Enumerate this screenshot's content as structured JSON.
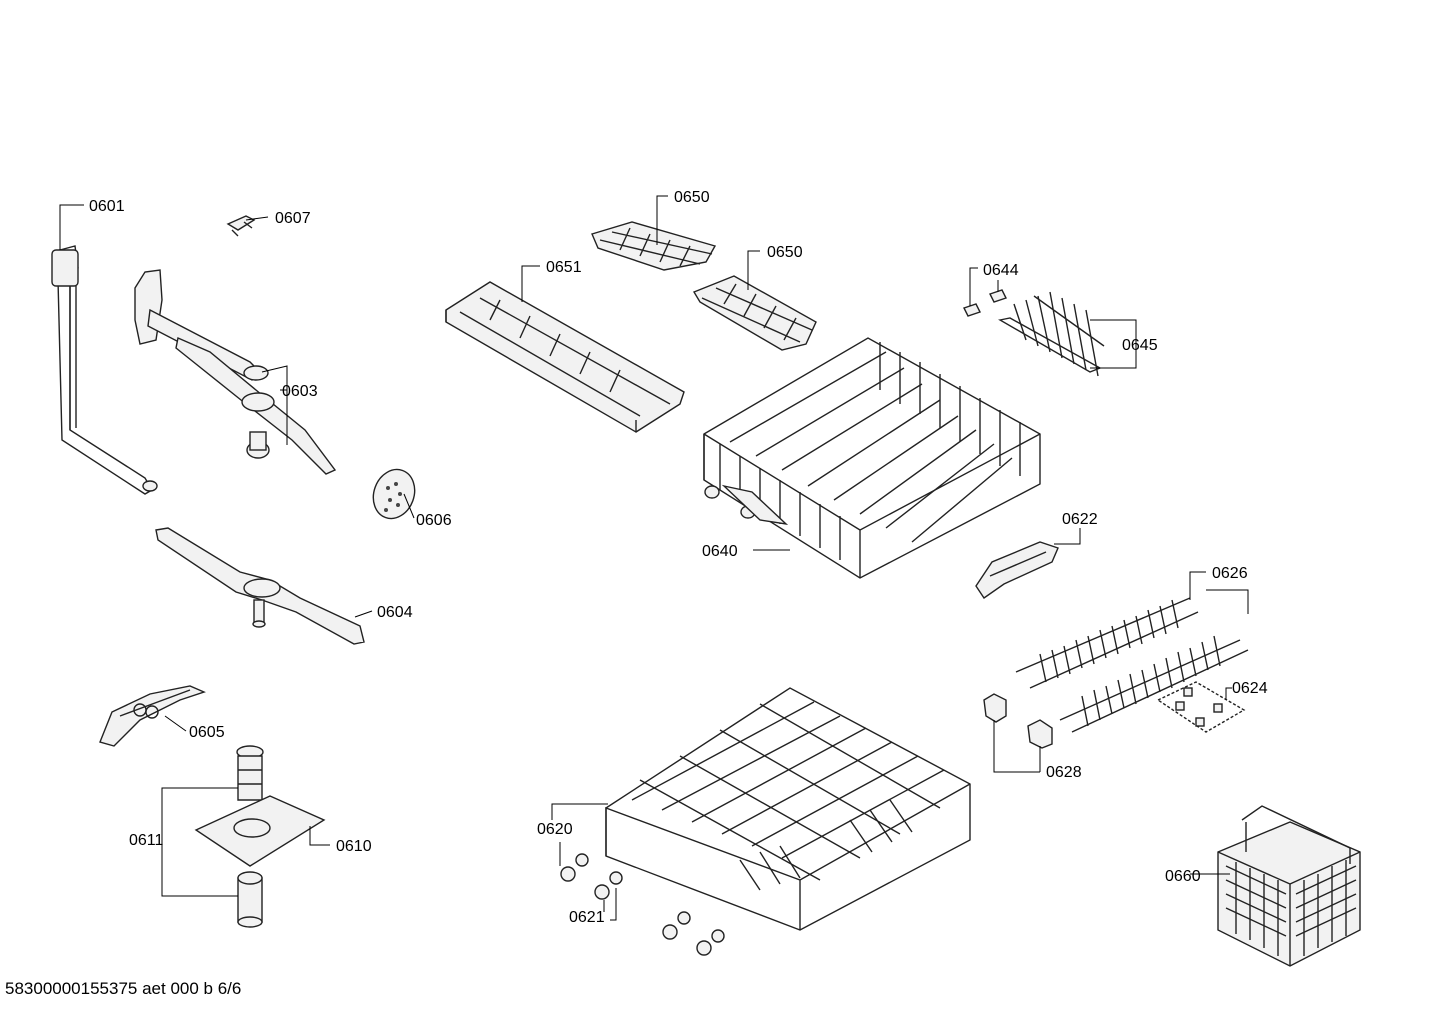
{
  "labels": {
    "p0601": "0601",
    "p0607": "0607",
    "p0603": "0603",
    "p0606": "0606",
    "p0604": "0604",
    "p0605": "0605",
    "p0611": "0611",
    "p0610": "0610",
    "p0650a": "0650",
    "p0650b": "0650",
    "p0651": "0651",
    "p0644": "0644",
    "p0645": "0645",
    "p0640": "0640",
    "p0622": "0622",
    "p0626": "0626",
    "p0624": "0624",
    "p0628": "0628",
    "p0620": "0620",
    "p0621": "0621",
    "p0660": "0660"
  },
  "footer": "58300000155375 aet 000 b 6/6"
}
